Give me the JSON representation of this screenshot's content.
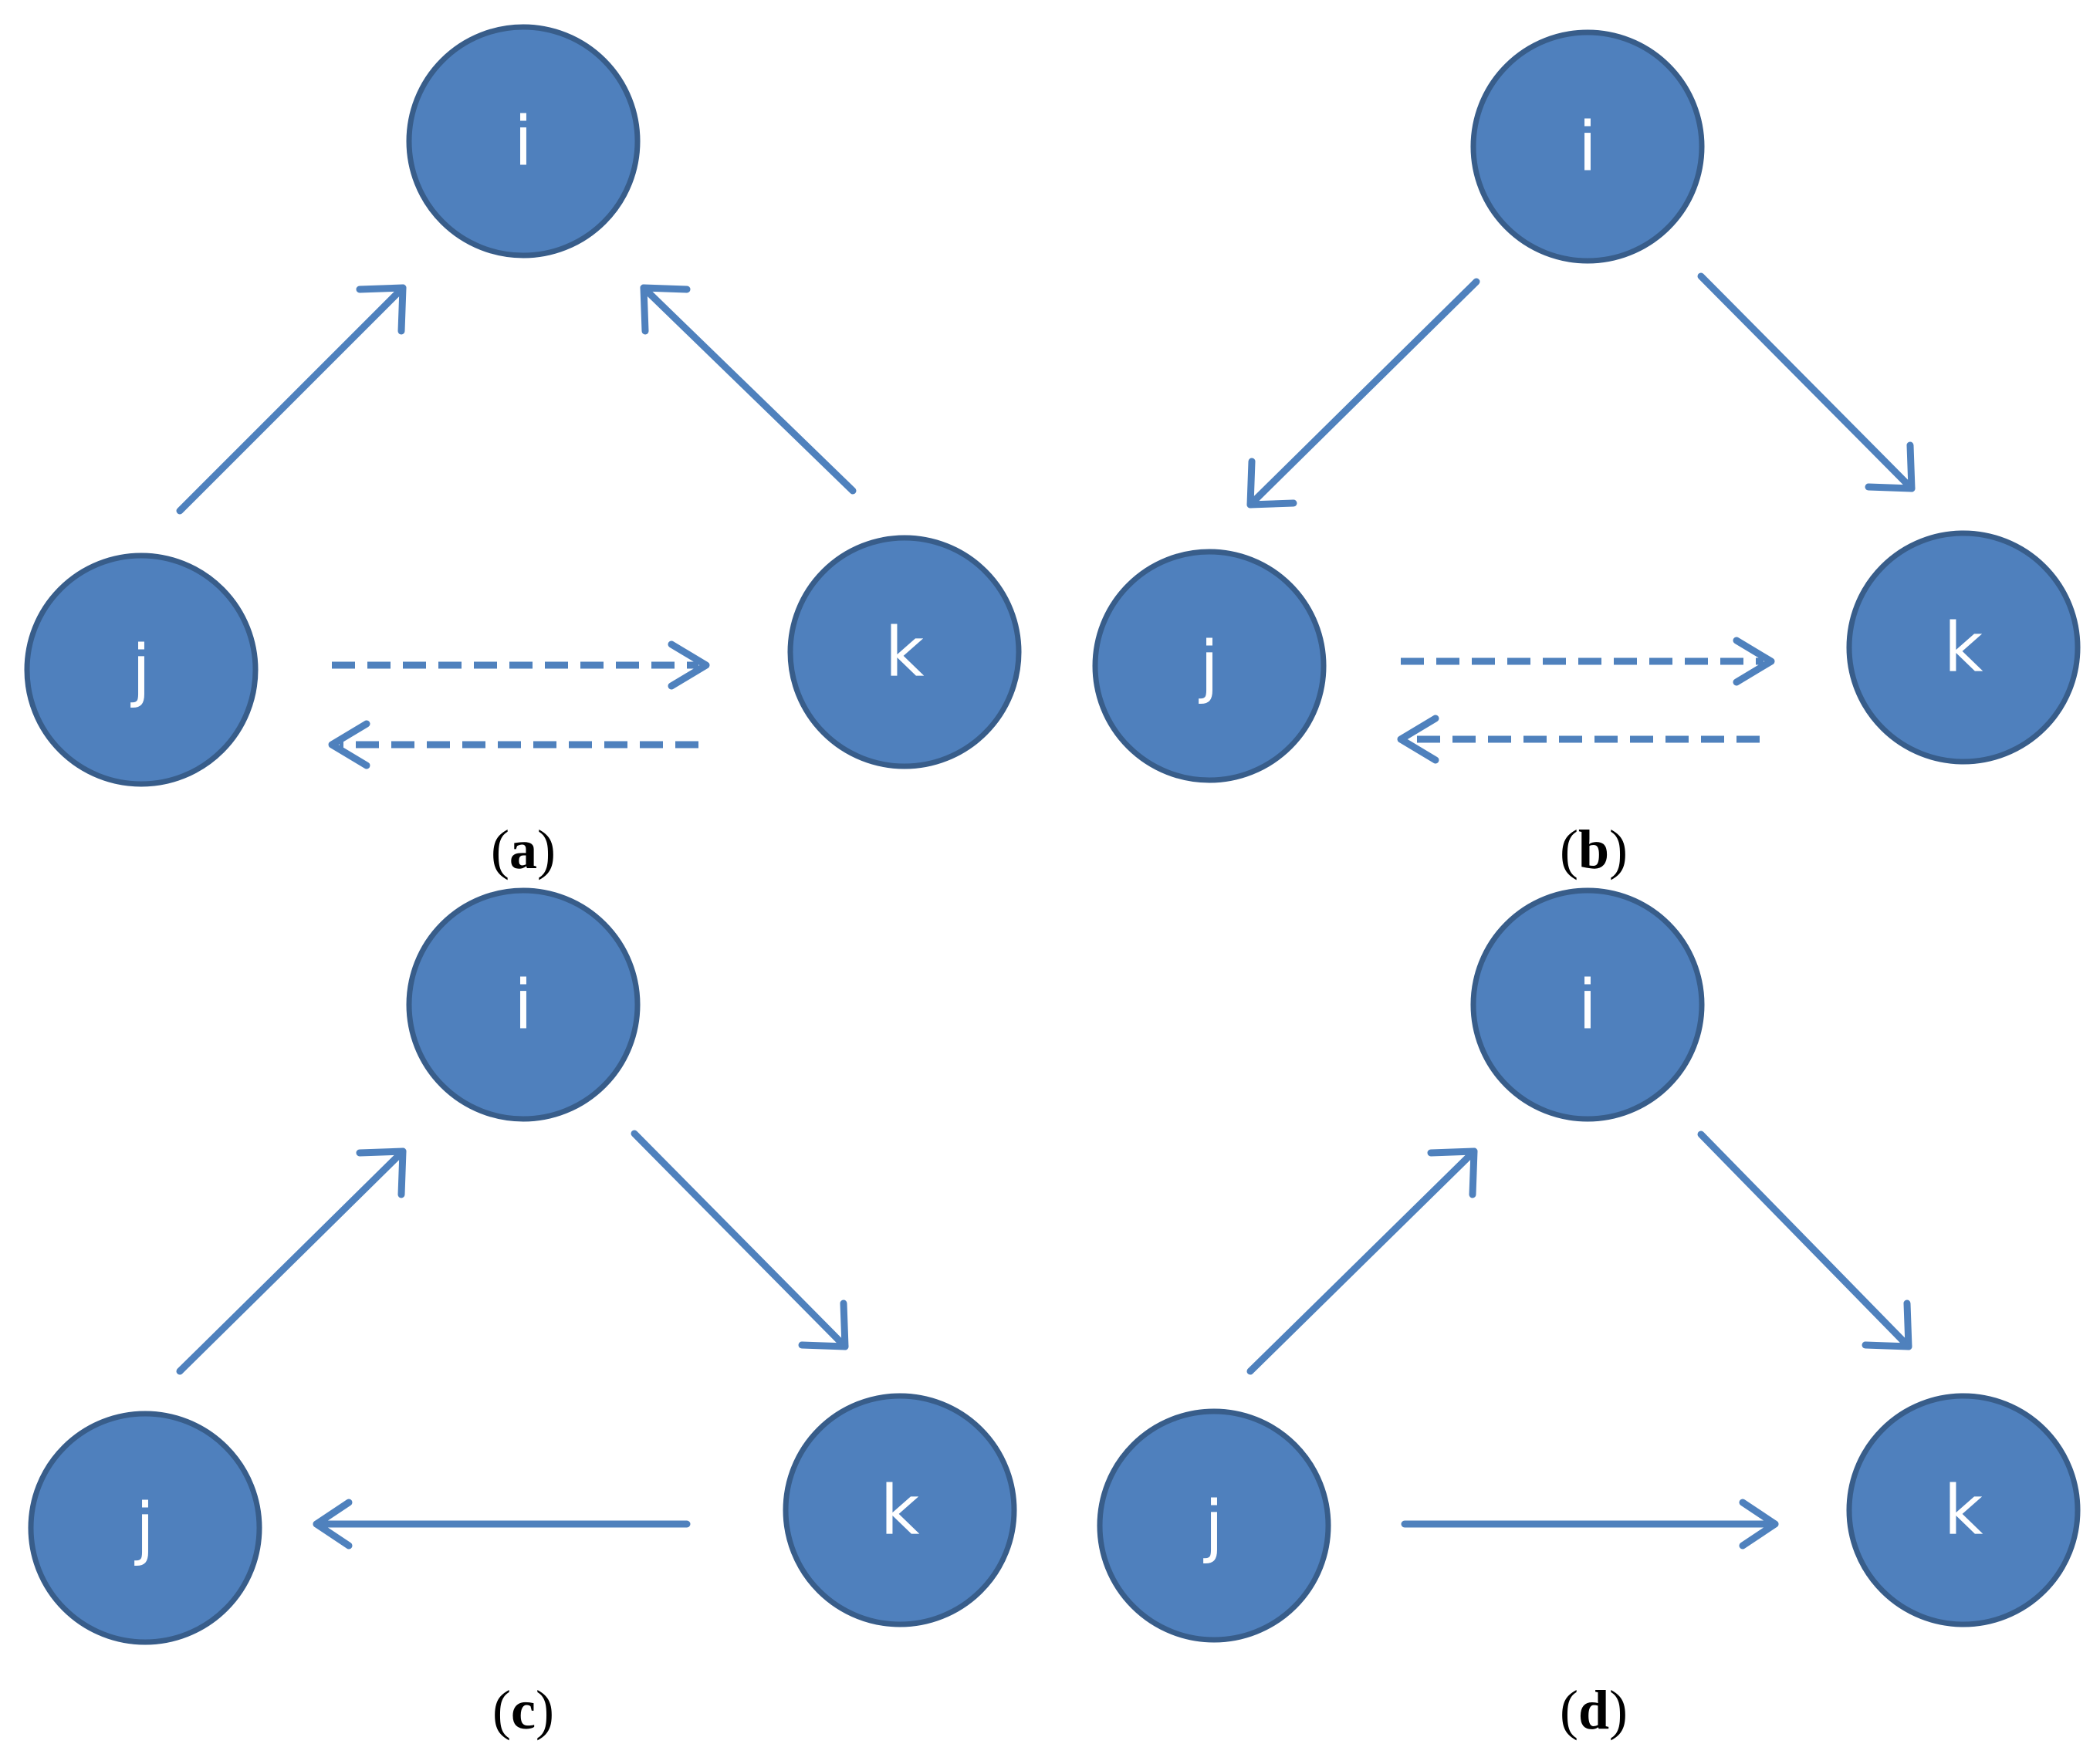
{
  "panels": [
    {
      "caption": {
        "open": "(",
        "letter": "a",
        "close": ")"
      },
      "nodes": {
        "i": "i",
        "j": "j",
        "k": "k"
      }
    },
    {
      "caption": {
        "open": "(",
        "letter": "b",
        "close": ")"
      },
      "nodes": {
        "i": "i",
        "j": "j",
        "k": "k"
      }
    },
    {
      "caption": {
        "open": "(",
        "letter": "c",
        "close": ")"
      },
      "nodes": {
        "i": "i",
        "j": "j",
        "k": "k"
      }
    },
    {
      "caption": {
        "open": "(",
        "letter": "d",
        "close": ")"
      },
      "nodes": {
        "i": "i",
        "j": "j",
        "k": "k"
      }
    }
  ],
  "colors": {
    "node_fill": "#4f80bd",
    "node_border": "#385d8a",
    "edge": "#4f81bd",
    "label": "#ffffff"
  }
}
